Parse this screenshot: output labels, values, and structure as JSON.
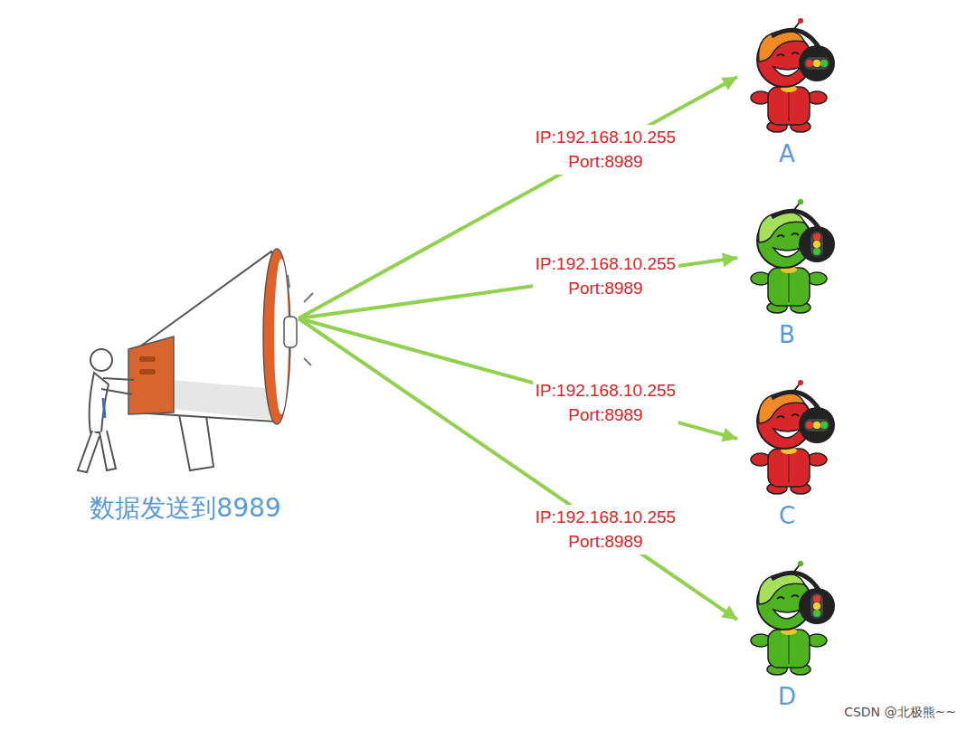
{
  "diagram": {
    "nodes": [
      {
        "text": [
          "数据发送到8989"
        ]
      },
      {
        "text": [
          "A"
        ]
      },
      {
        "text": [
          "B"
        ]
      },
      {
        "text": [
          "C"
        ]
      },
      {
        "text": [
          "D"
        ]
      }
    ],
    "edges": [
      {
        "from": 0,
        "to": 1,
        "arrow": "to",
        "label": "IP:192.168.10.255 Port:8989"
      },
      {
        "from": 0,
        "to": 2,
        "arrow": "to",
        "label": "IP:192.168.10.255 Port:8989"
      },
      {
        "from": 0,
        "to": 3,
        "arrow": "to",
        "label": "IP:192.168.10.255 Port:8989"
      },
      {
        "from": 0,
        "to": 4,
        "arrow": "to",
        "label": "IP:192.168.10.255 Port:8989"
      }
    ],
    "labels": [
      "CSDN @北极熊~~"
    ]
  }
}
